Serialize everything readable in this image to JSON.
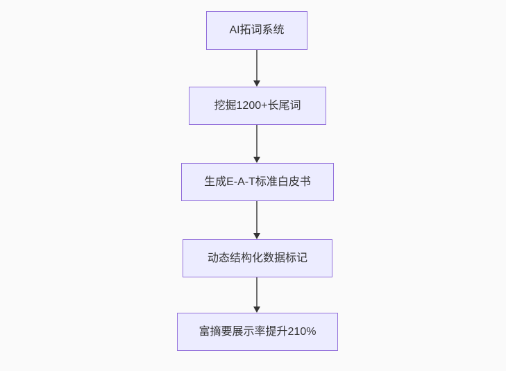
{
  "diagram": {
    "type": "flowchart",
    "direction": "top-down",
    "nodes": [
      {
        "id": "step-1",
        "label": "AI拓词系统"
      },
      {
        "id": "step-2",
        "label": "挖掘1200+长尾词"
      },
      {
        "id": "step-3",
        "label": "生成E-A-T标准白皮书"
      },
      {
        "id": "step-4",
        "label": "动态结构化数据标记"
      },
      {
        "id": "step-5",
        "label": "富摘要展示率提升210%"
      }
    ],
    "edges": [
      {
        "from": "step-1",
        "to": "step-2"
      },
      {
        "from": "step-2",
        "to": "step-3"
      },
      {
        "from": "step-3",
        "to": "step-4"
      },
      {
        "from": "step-4",
        "to": "step-5"
      }
    ],
    "colors": {
      "background": "#fafafa",
      "node_fill": "#ececff",
      "node_border": "#9370db",
      "text": "#333333",
      "edge_line": "#6d6d6d",
      "arrowhead": "#333333"
    }
  }
}
